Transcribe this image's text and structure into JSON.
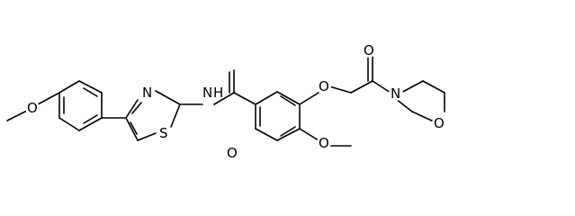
{
  "molecule": {
    "atoms": [
      {
        "id": "a1",
        "symbol": "O"
      },
      {
        "id": "a2",
        "symbol": "N"
      },
      {
        "id": "a3",
        "symbol": "S"
      },
      {
        "id": "a4",
        "symbol": "N"
      },
      {
        "id": "a5",
        "symbol": "H"
      },
      {
        "id": "a6",
        "symbol": "O"
      },
      {
        "id": "a7",
        "symbol": "O"
      },
      {
        "id": "a8",
        "symbol": "O"
      },
      {
        "id": "a9",
        "symbol": "O"
      },
      {
        "id": "a10",
        "symbol": "N"
      },
      {
        "id": "a11",
        "symbol": "O"
      }
    ]
  }
}
